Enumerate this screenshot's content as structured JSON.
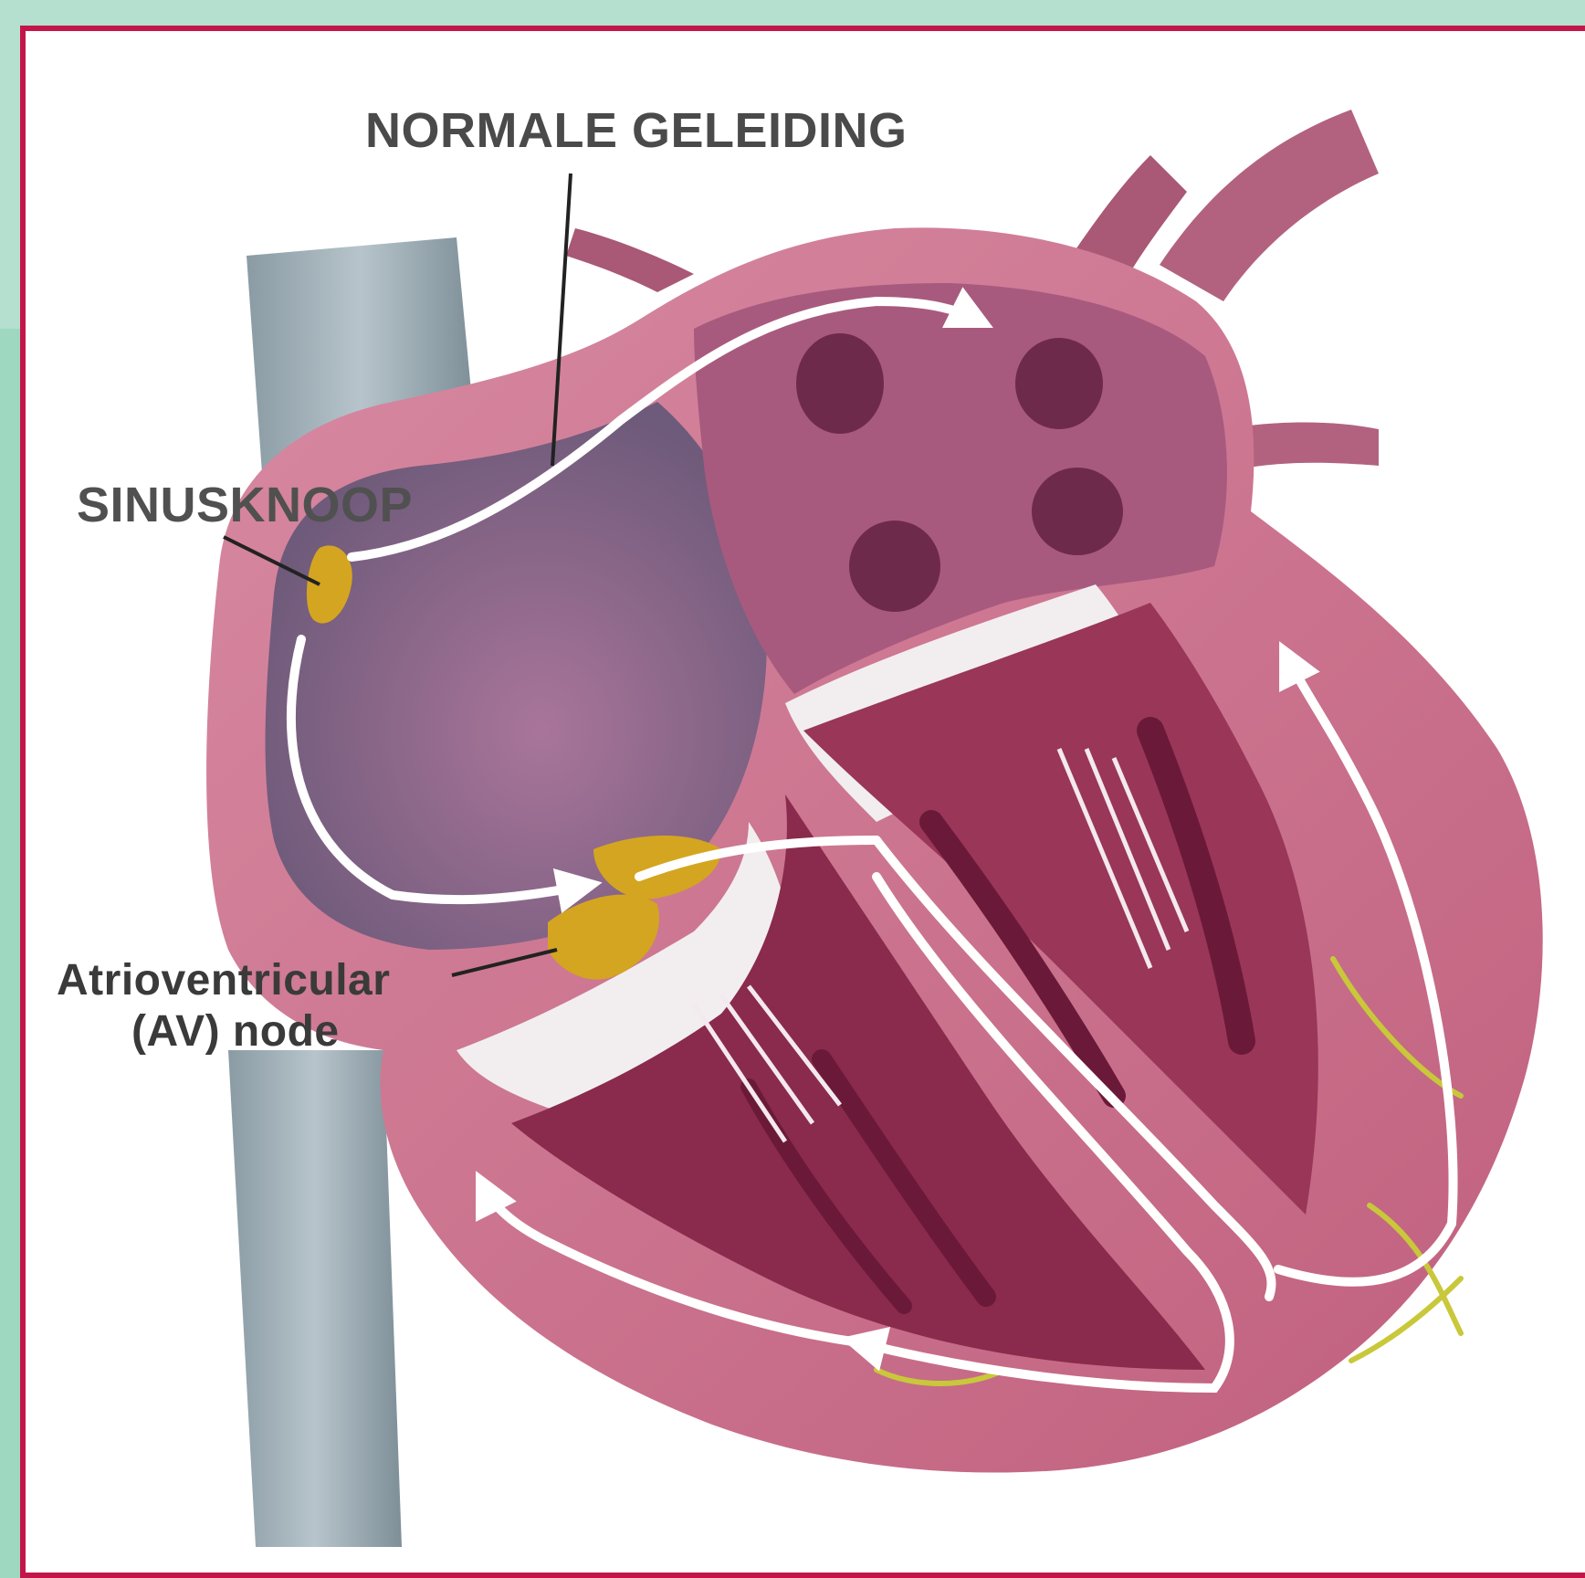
{
  "diagram": {
    "title": "NORMALE GELEIDING",
    "labels": {
      "sinus_node": "SINUSKNOOP",
      "av_node_line1": "Atrioventricular",
      "av_node_line2": "(AV) node"
    },
    "colors": {
      "background": "#9fd8c0",
      "frame_border": "#c4154a",
      "heart_wall": "#c86e8c",
      "heart_inner": "#a04a6a",
      "vessel": "#7b8c95",
      "node": "#d4a520",
      "pathway": "#ffffff",
      "purkinje": "#c8c83a"
    }
  }
}
